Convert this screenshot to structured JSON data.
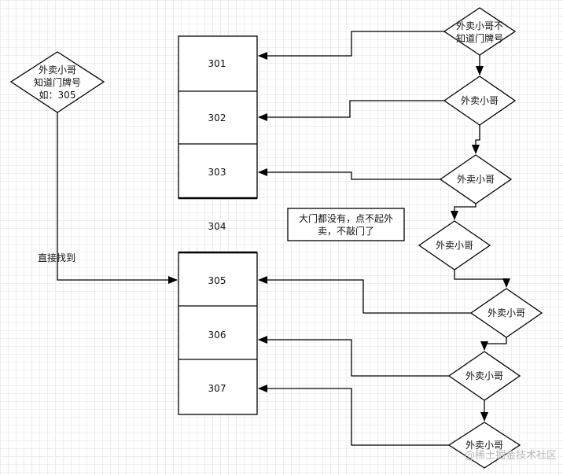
{
  "diagram": {
    "left_decision": {
      "lines": [
        "外卖小哥",
        "知道门牌号",
        "如：305"
      ]
    },
    "direct_label": "直接找到",
    "rooms": {
      "upper": [
        "301",
        "302",
        "303"
      ],
      "gap": "304",
      "lower": [
        "305",
        "306",
        "307"
      ]
    },
    "right_decisions": [
      {
        "lines": [
          "外卖小哥不",
          "知道门牌号"
        ]
      },
      {
        "lines": [
          "外卖小哥"
        ]
      },
      {
        "lines": [
          "外卖小哥"
        ]
      },
      {
        "lines": [
          "外卖小哥"
        ]
      },
      {
        "lines": [
          "外卖小哥"
        ]
      },
      {
        "lines": [
          "外卖小哥"
        ]
      },
      {
        "lines": [
          "外卖小哥"
        ]
      }
    ],
    "note": {
      "lines": [
        "大门都没有，点不起外",
        "卖，不敲门了"
      ]
    }
  },
  "watermark": "@稀土掘金技术社区",
  "colors": {
    "stroke": "#000000",
    "text": "#111111",
    "grid": "#eeeeee",
    "watermark": "#b8b8b8"
  }
}
